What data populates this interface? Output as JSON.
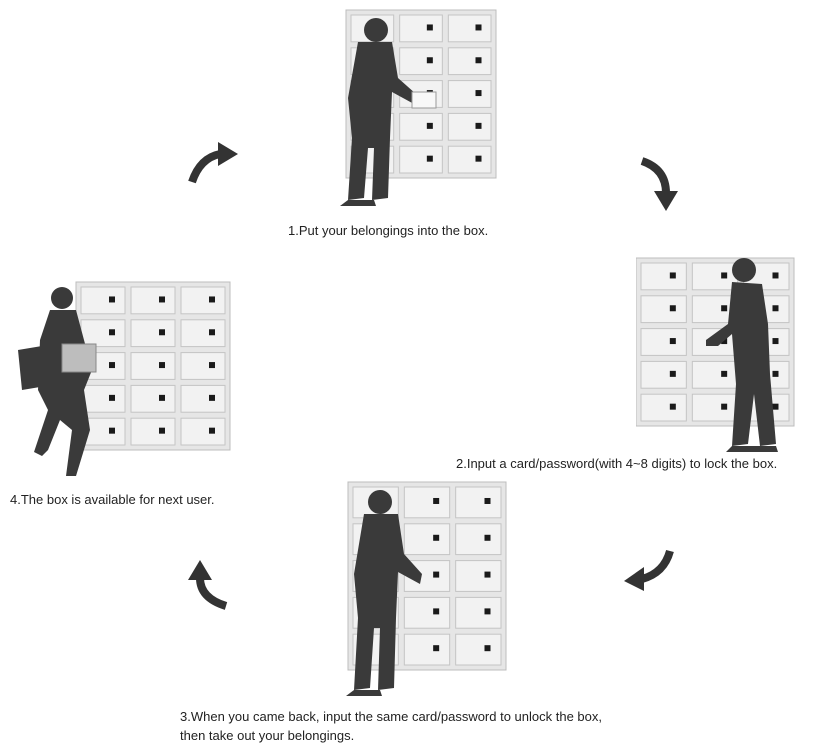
{
  "steps": [
    {
      "caption": "1.Put your belongings into the box."
    },
    {
      "caption": "2.Input a card/password(with 4~8 digits) to lock the box."
    },
    {
      "caption_line1": "3.When you came back, input the same card/password to unlock the box,",
      "caption_line2": "then take out your belongings."
    },
    {
      "caption": "4.The box is available for next user."
    }
  ],
  "colors": {
    "silhouette": "#3a3a3a",
    "locker_body": "#e9e9e9",
    "locker_frame": "#cfcfcf",
    "keypad": "#1a1a1a",
    "arrow": "#333333"
  }
}
